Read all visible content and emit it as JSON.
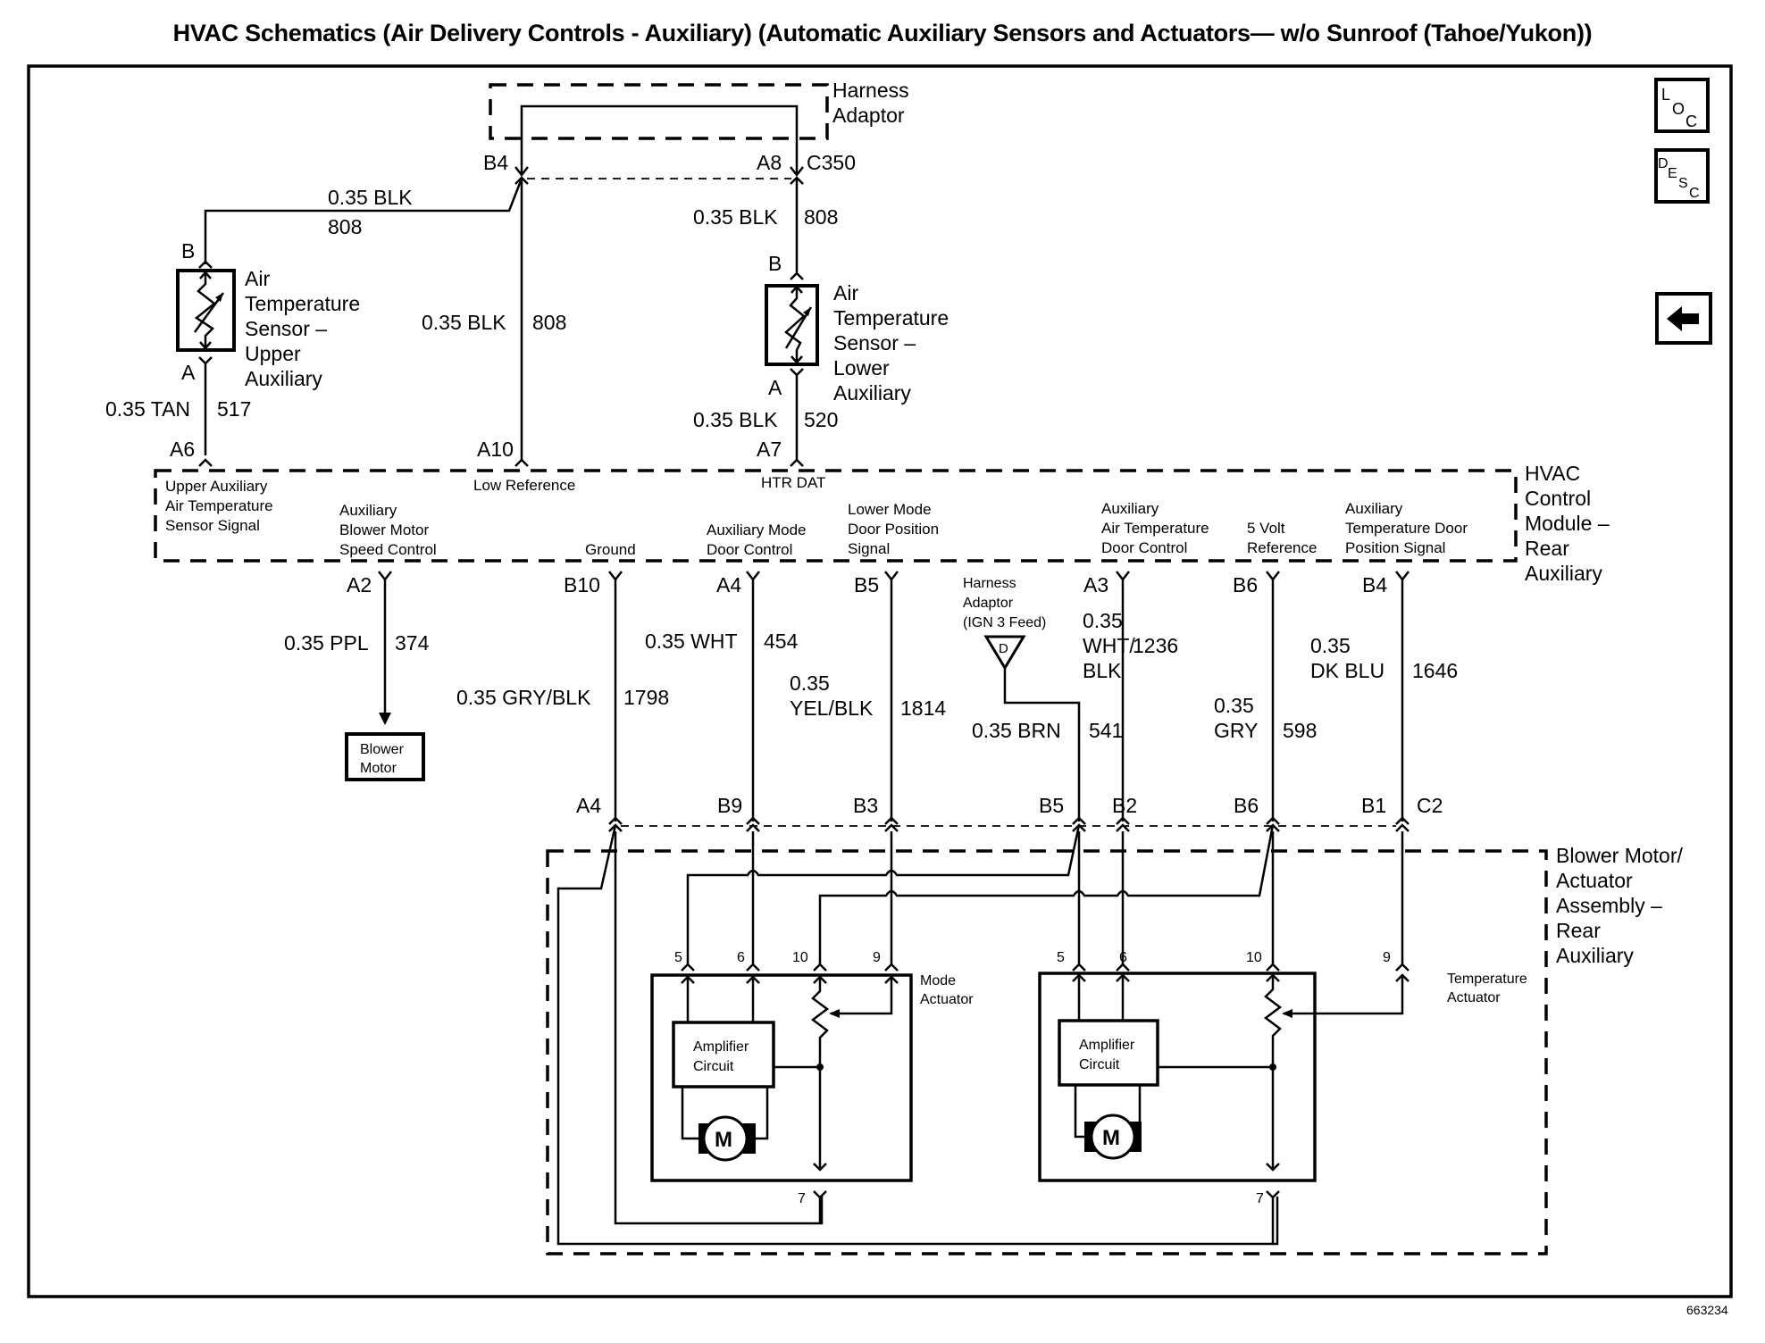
{
  "title": "HVAC Schematics (Air Delivery Controls - Auxiliary) (Automatic Auxiliary Sensors and Actuators— w/o Sunroof (Tahoe/Yukon))",
  "nav_buttons": {
    "loc": {
      "icon": "loc-icon",
      "l1": "L",
      "l2": "O",
      "l3": "C"
    },
    "desc": {
      "icon": "desc-icon",
      "l1": "D",
      "l2": "E",
      "l3": "S",
      "l4": "C"
    },
    "back": {
      "icon": "back-arrow-icon"
    }
  },
  "components": {
    "harness_adaptor_top": {
      "line1": "Harness",
      "line2": "Adaptor",
      "connector": "C350",
      "pin_left": "B4",
      "pin_right": "A8"
    },
    "sensor_upper": {
      "line1": "Air",
      "line2": "Temperature",
      "line3": "Sensor –",
      "line4": "Upper",
      "line5": "Auxiliary",
      "pin_top": "B",
      "pin_bottom": "A"
    },
    "sensor_lower": {
      "line1": "Air",
      "line2": "Temperature",
      "line3": "Sensor –",
      "line4": "Lower",
      "line5": "Auxiliary",
      "pin_top": "B",
      "pin_bottom": "A"
    },
    "hvac_module": {
      "line1": "HVAC",
      "line2": "Control",
      "line3": "Module –",
      "line4": "Rear",
      "line5": "Auxiliary"
    },
    "blower_motor": {
      "line1": "Blower",
      "line2": "Motor"
    },
    "harness_adaptor_ign": {
      "line1": "Harness",
      "line2": "Adaptor",
      "line3": "(IGN 3 Feed)",
      "symbol": "D"
    },
    "assembly": {
      "line1": "Blower Motor/",
      "line2": "Actuator",
      "line3": "Assembly –",
      "line4": "Rear",
      "line5": "Auxiliary",
      "connector": "C2"
    },
    "mode_actuator": {
      "line1": "Mode",
      "line2": "Actuator",
      "amp1": "Amplifier",
      "amp2": "Circuit",
      "motor": "M",
      "pins": [
        "5",
        "6",
        "10",
        "9",
        "7"
      ]
    },
    "temp_actuator": {
      "line1": "Temperature",
      "line2": "Actuator",
      "amp1": "Amplifier",
      "amp2": "Circuit",
      "motor": "M",
      "pins": [
        "5",
        "6",
        "10",
        "9",
        "7"
      ]
    }
  },
  "module_pins_top": [
    {
      "pin": "A6",
      "circuit_label": [
        "Upper Auxiliary",
        "Air Temperature",
        "Sensor Signal"
      ]
    },
    {
      "pin": "A10",
      "circuit_label": [
        "Low Reference"
      ]
    },
    {
      "pin": "A7",
      "circuit_label": [
        "HTR DAT"
      ]
    }
  ],
  "module_pins_bottom": [
    {
      "pin": "A2",
      "circuit_label": [
        "Auxiliary",
        "Blower Motor",
        "Speed Control"
      ]
    },
    {
      "pin": "B10",
      "circuit_label": [
        "Ground"
      ]
    },
    {
      "pin": "A4",
      "circuit_label": [
        "Auxiliary Mode",
        "Door Control"
      ]
    },
    {
      "pin": "B5",
      "circuit_label": [
        "Lower Mode",
        "Door Position",
        "Signal"
      ]
    },
    {
      "pin": "A3",
      "circuit_label": [
        "Auxiliary",
        "Air Temperature",
        "Door Control"
      ]
    },
    {
      "pin": "B6",
      "circuit_label": [
        "5 Volt",
        "Reference"
      ]
    },
    {
      "pin": "B4",
      "circuit_label": [
        "Auxiliary",
        "Temperature Door",
        "Position Signal"
      ]
    }
  ],
  "wires": [
    {
      "id": "w808a",
      "gauge_color": "0.35 BLK",
      "circuit": "808"
    },
    {
      "id": "w808b",
      "gauge_color": "0.35 BLK",
      "circuit": "808"
    },
    {
      "id": "w808c",
      "gauge_color": "0.35 BLK",
      "circuit": "808"
    },
    {
      "id": "w517",
      "gauge_color": "0.35 TAN",
      "circuit": "517"
    },
    {
      "id": "w520",
      "gauge_color": "0.35 BLK",
      "circuit": "520"
    },
    {
      "id": "w374",
      "gauge_color": "0.35 PPL",
      "circuit": "374"
    },
    {
      "id": "w1798",
      "gauge_color": "0.35 GRY/BLK",
      "circuit": "1798"
    },
    {
      "id": "w454",
      "gauge_color": "0.35 WHT",
      "circuit": "454"
    },
    {
      "id": "w1814",
      "gauge_line1": "0.35",
      "gauge_line2": "YEL/BLK",
      "circuit": "1814"
    },
    {
      "id": "w541",
      "gauge_color": "0.35 BRN",
      "circuit": "541"
    },
    {
      "id": "w1236",
      "gauge_line1": "0.35",
      "gauge_line2": "WHT/",
      "gauge_line3": "BLK",
      "circuit": "1236"
    },
    {
      "id": "w598",
      "gauge_line1": "0.35",
      "gauge_line2": "GRY",
      "circuit": "598"
    },
    {
      "id": "w1646",
      "gauge_line1": "0.35",
      "gauge_line2": "DK BLU",
      "circuit": "1646"
    }
  ],
  "assembly_pins": [
    "A4",
    "B9",
    "B3",
    "B5",
    "B2",
    "B6",
    "B1"
  ],
  "figure_number": "663234"
}
